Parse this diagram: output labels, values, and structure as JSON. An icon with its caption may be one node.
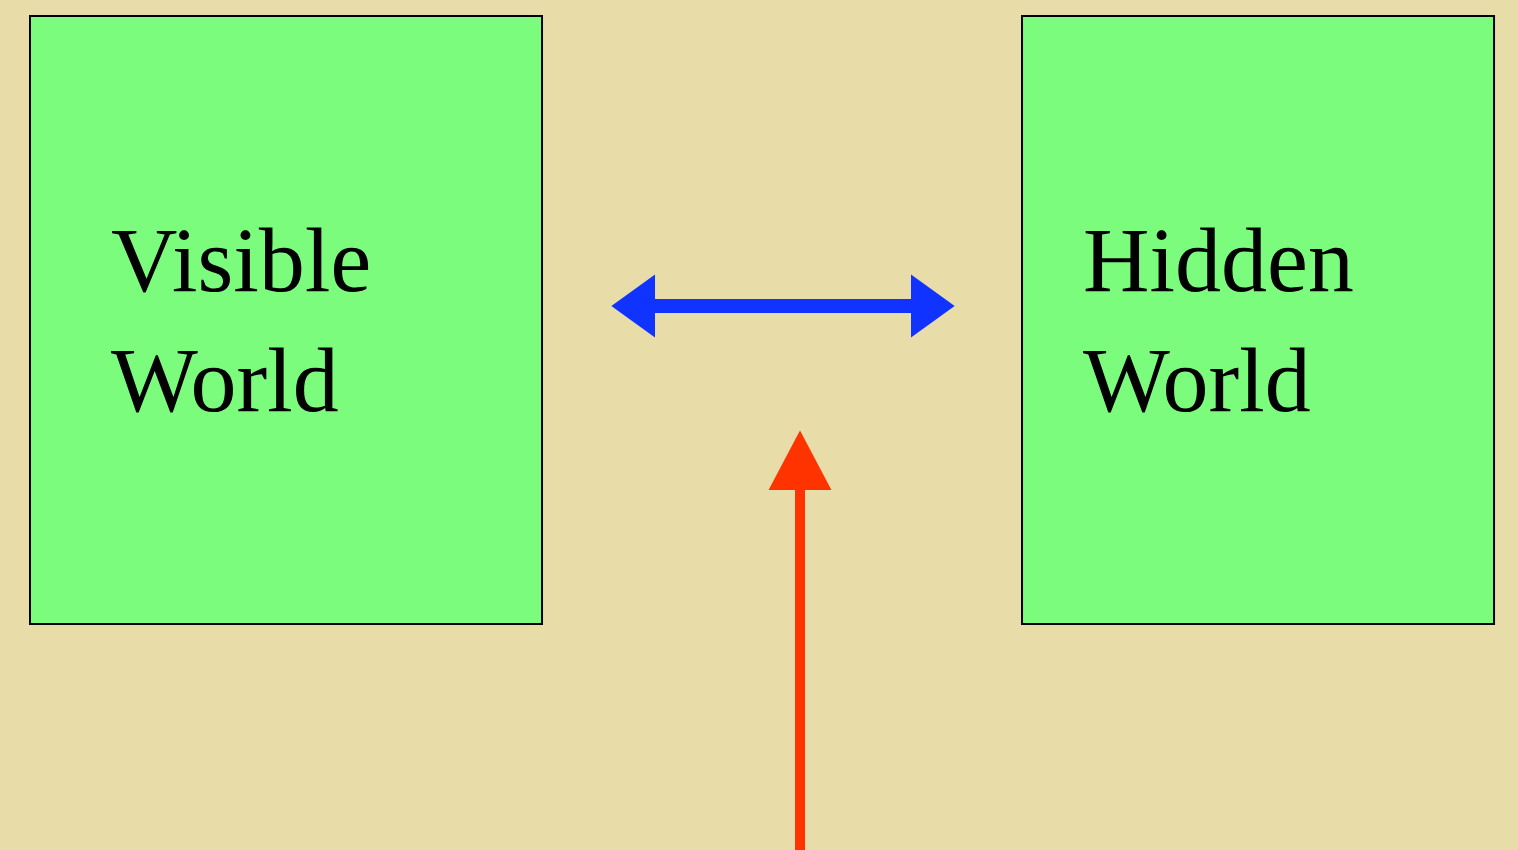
{
  "diagram": {
    "nodes": [
      {
        "text": [
          "Visible World"
        ]
      },
      {
        "text": [
          "Hidden World"
        ]
      }
    ],
    "edges": [
      {
        "from": 0,
        "to": 1,
        "arrow": "both",
        "color": "#1133ff"
      }
    ]
  }
}
